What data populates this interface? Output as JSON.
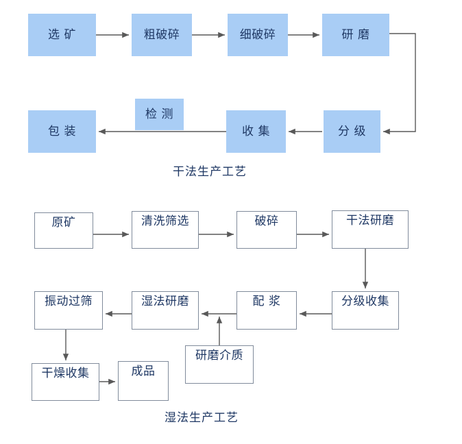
{
  "diagrams": [
    {
      "id": "dry-process",
      "caption": "干法生产工艺",
      "nodes": [
        {
          "id": "xuankuang",
          "label": "选 矿"
        },
        {
          "id": "cupoisui",
          "label": "粗破碎"
        },
        {
          "id": "xipoisui",
          "label": "细破碎"
        },
        {
          "id": "yanmo",
          "label": "研 磨"
        },
        {
          "id": "fenji",
          "label": "分 级"
        },
        {
          "id": "shouji",
          "label": "收 集"
        },
        {
          "id": "jiance",
          "label": "检 测"
        },
        {
          "id": "baozhuang",
          "label": "包 装"
        }
      ]
    },
    {
      "id": "wet-process",
      "caption": "湿法生产工艺",
      "nodes": [
        {
          "id": "yuankuang",
          "label": "原矿"
        },
        {
          "id": "qingxishaixuan",
          "label": "清洗筛选"
        },
        {
          "id": "posui",
          "label": "破碎"
        },
        {
          "id": "ganfayanmo",
          "label": "干法研磨"
        },
        {
          "id": "fenjishouji",
          "label": "分级收集"
        },
        {
          "id": "peijiang",
          "label": "配 浆"
        },
        {
          "id": "shifayanmo",
          "label": "湿法研磨"
        },
        {
          "id": "zhendongguoshai",
          "label": "振动过筛"
        },
        {
          "id": "ganzaoshouji",
          "label": "干燥收集"
        },
        {
          "id": "chengpin",
          "label": "成品"
        },
        {
          "id": "yanmojiezhi",
          "label": "研磨介质"
        }
      ]
    }
  ],
  "colors": {
    "node_fill": "#a9cdf5",
    "node_border": "#808b9b",
    "text": "#1f3864",
    "edge": "#595959",
    "background": "#ffffff"
  }
}
